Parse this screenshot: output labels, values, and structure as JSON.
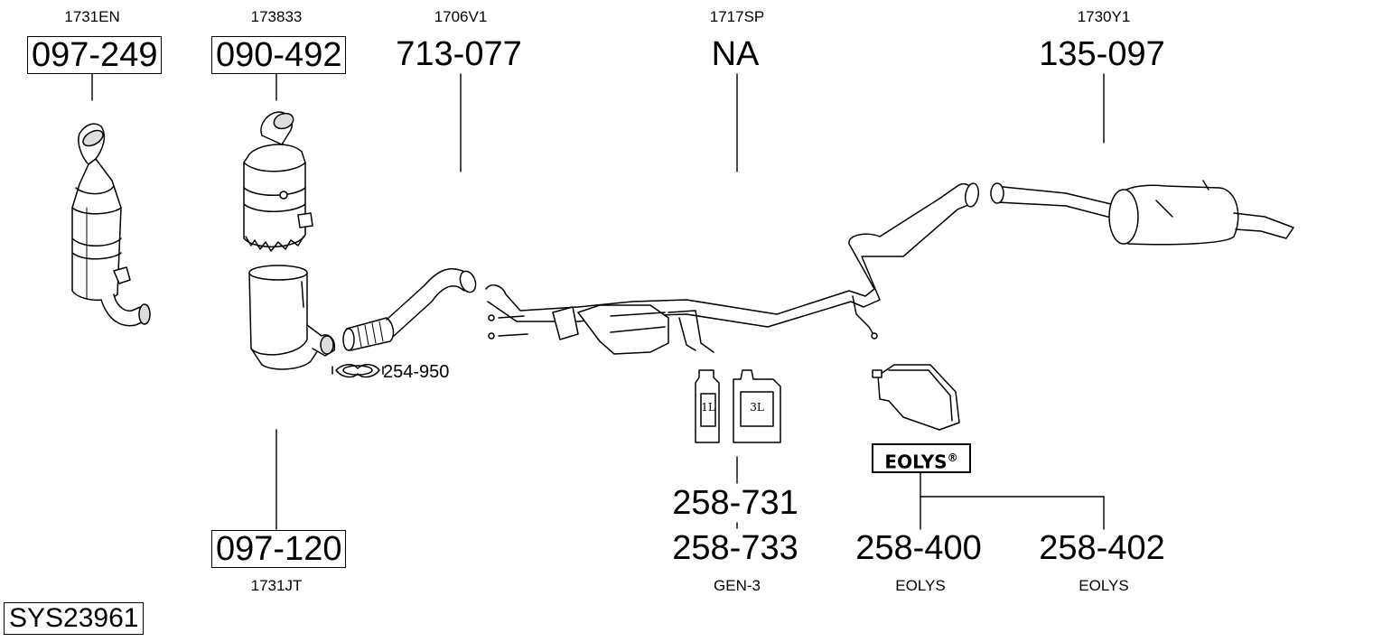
{
  "system_code": "SYS23961",
  "parts": [
    {
      "id": "p1",
      "oem": "1731EN",
      "part_number": "097-249"
    },
    {
      "id": "p2",
      "oem": "173833",
      "part_number": "090-492"
    },
    {
      "id": "p3",
      "oem": "1706V1",
      "part_number": "713-077"
    },
    {
      "id": "p4",
      "oem": "1717SP",
      "part_number": "NA"
    },
    {
      "id": "p5",
      "oem": "1730Y1",
      "part_number": "135-097"
    },
    {
      "id": "p6",
      "oem": "1731JT",
      "part_number": "097-120"
    },
    {
      "id": "p7",
      "oem": "GEN-3",
      "part_number": "258-731",
      "part_number_2": "258-733"
    },
    {
      "id": "p8",
      "oem": "EOLYS",
      "part_number": "258-400"
    },
    {
      "id": "p9",
      "oem": "EOLYS",
      "part_number": "258-402"
    }
  ],
  "clamp": {
    "part_number": "254-950"
  },
  "containers": {
    "small": "1L",
    "large": "3L"
  },
  "brand_logo": {
    "text": "EOLYS",
    "mark": "®"
  }
}
